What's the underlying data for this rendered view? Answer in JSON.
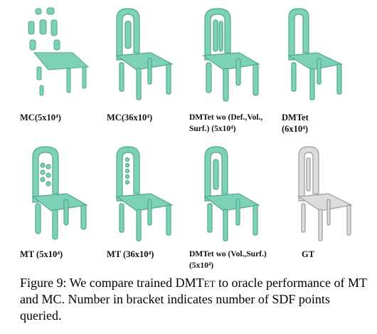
{
  "colors": {
    "mint": "#7cd1b7",
    "mint_dark": "#4fa98f",
    "gt_gray": "#dcdcdc",
    "gt_dark": "#9a9a9a"
  },
  "labels": {
    "r1c1": "MC(5x10⁴)",
    "r1c2": "MC(36x10⁴)",
    "r1c3_l1": "DMTet wo (Def.,Vol.,",
    "r1c3_l2": "Surf.) (5x10⁴)",
    "r1c4_l1": "DMTet",
    "r1c4_l2": "(6x10⁴)",
    "r2c1": "MT (5x10⁴)",
    "r2c2": "MT (36x10⁴)",
    "r2c3_l1": "DMTet wo (Vol.,Surf.)",
    "r2c3_l2": "(5x10⁴)",
    "r2c4": "GT"
  },
  "caption": {
    "prefix": "Figure 9: We compare trained DMT",
    "smallcaps": "et",
    "suffix": " to oracle performance of MT and MC. Number in bracket indicates number of SDF points queried."
  }
}
